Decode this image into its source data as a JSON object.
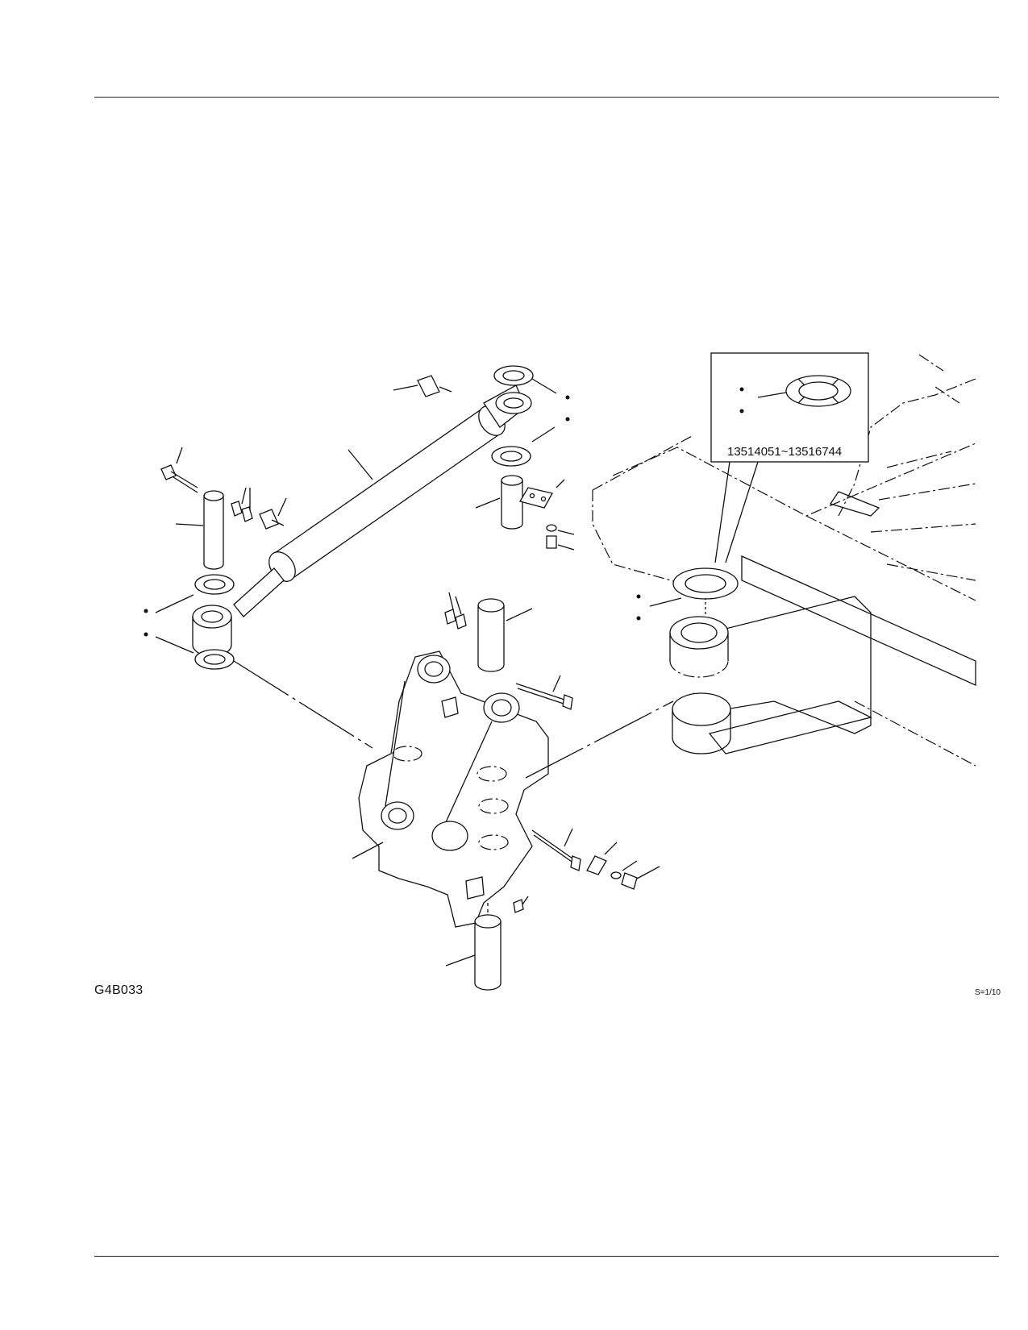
{
  "diagram": {
    "code": "G4B033",
    "scale": "S=1/10",
    "inset": {
      "serial_range": "13514051~13516744"
    }
  }
}
